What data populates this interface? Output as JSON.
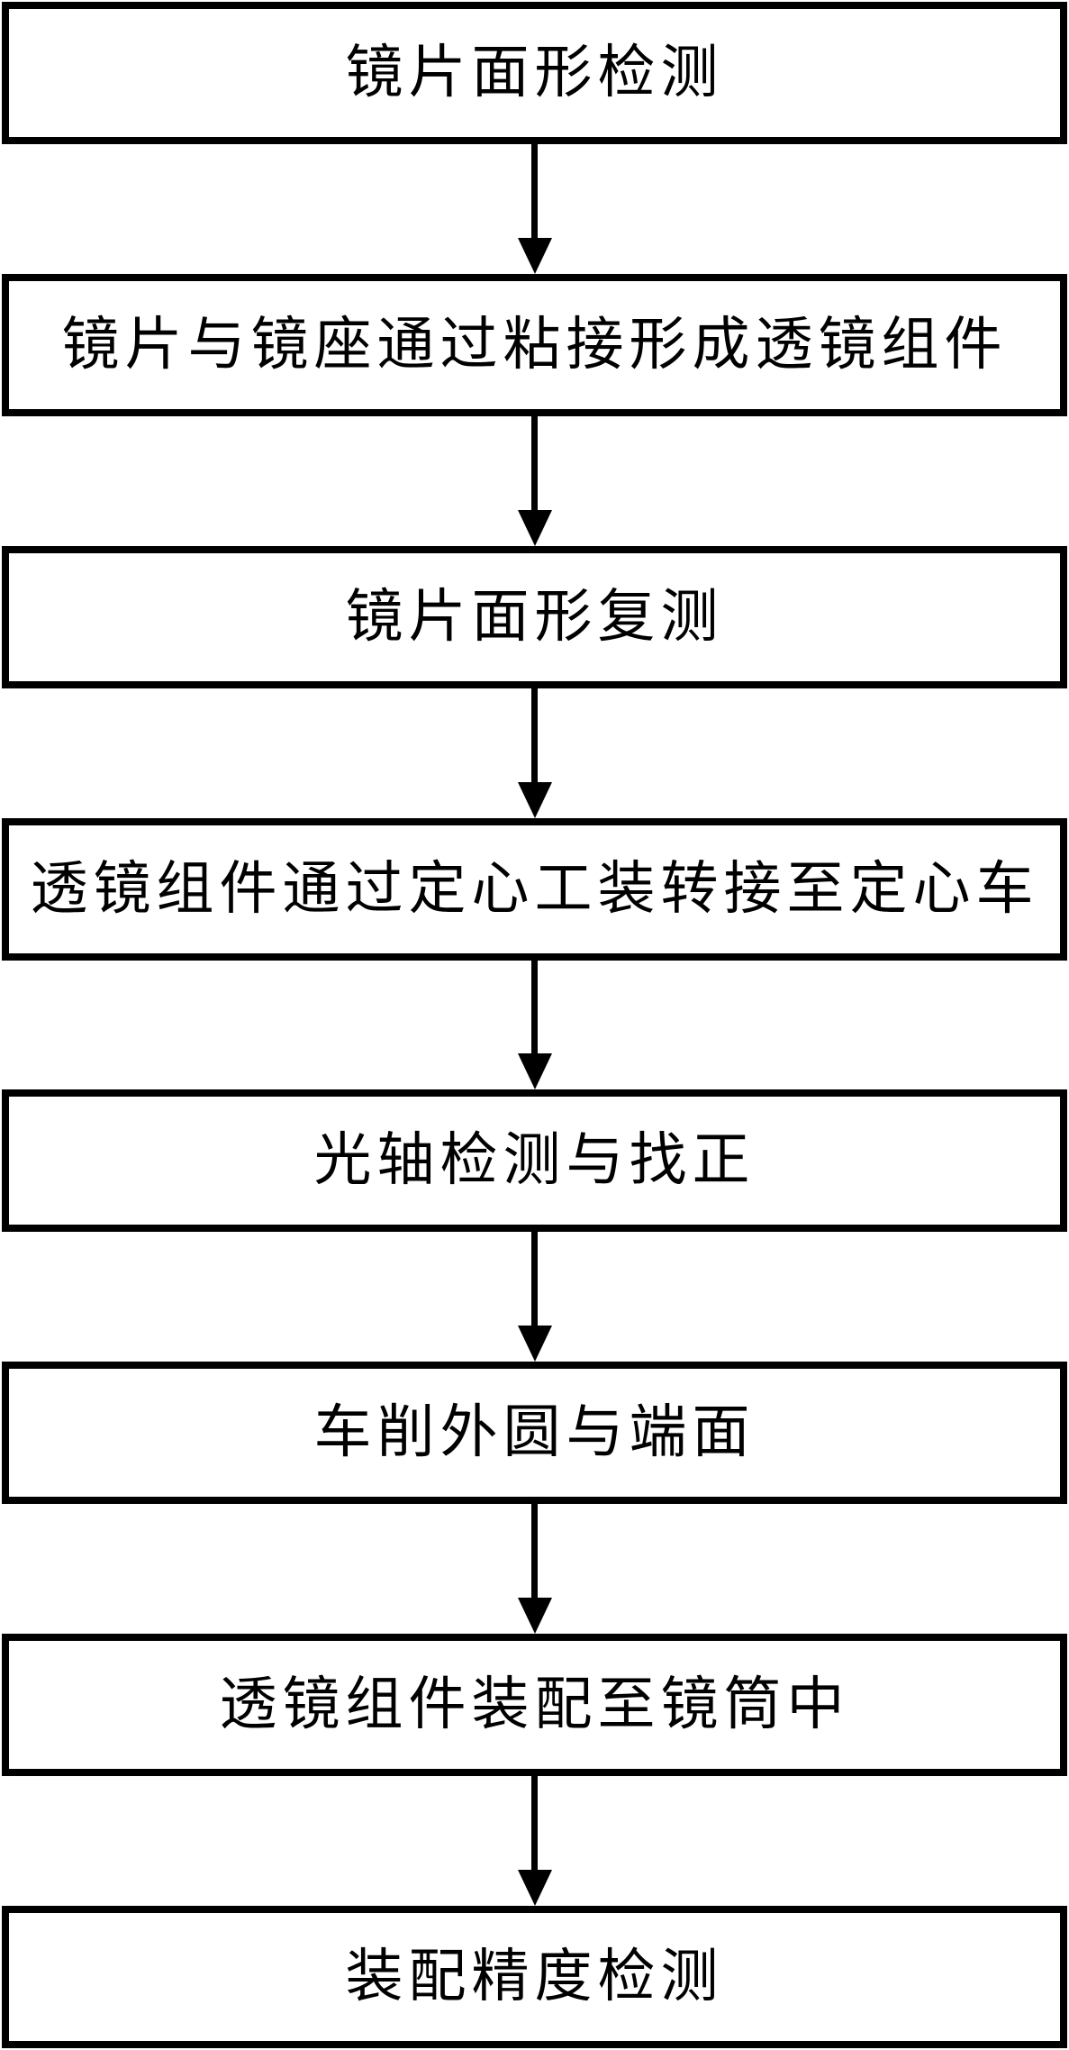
{
  "diagram": {
    "type": "flowchart",
    "direction": "top-down",
    "steps": [
      {
        "label": "镜片面形检测"
      },
      {
        "label": "镜片与镜座通过粘接形成透镜组件"
      },
      {
        "label": "镜片面形复测"
      },
      {
        "label": "透镜组件通过定心工装转接至定心车"
      },
      {
        "label": "光轴检测与找正"
      },
      {
        "label": "车削外圆与端面"
      },
      {
        "label": "透镜组件装配至镜筒中"
      },
      {
        "label": "装配精度检测"
      }
    ],
    "connector": "arrow-down",
    "colors": {
      "box_border": "#000000",
      "box_fill": "#ffffff",
      "text": "#000000",
      "arrow": "#000000",
      "background": "#ffffff"
    }
  }
}
